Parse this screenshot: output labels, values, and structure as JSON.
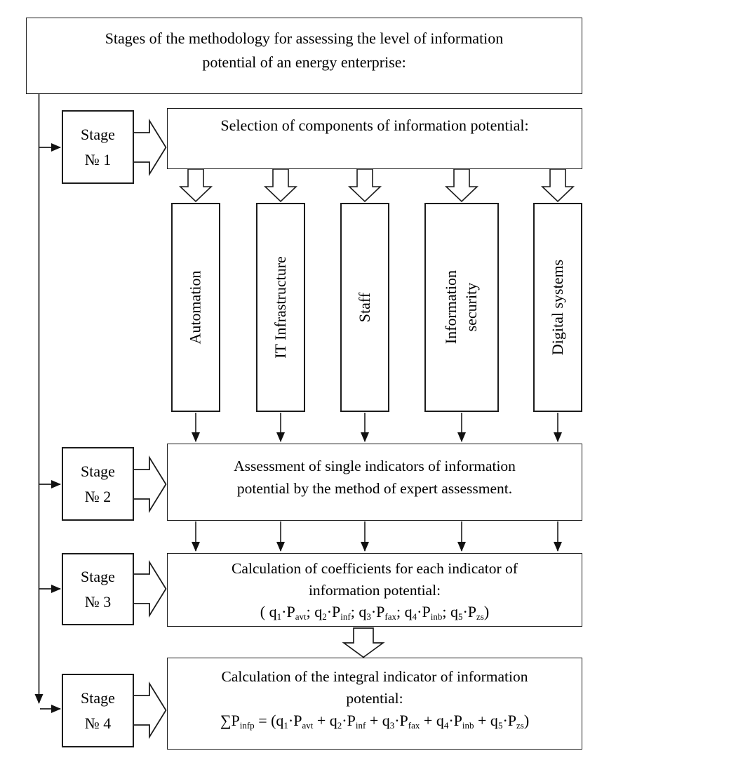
{
  "colors": {
    "ink": "#1c1c1c",
    "background": "#ffffff"
  },
  "diagram": {
    "title_box": {
      "text": "Stages of the methodology for assessing the level of information potential of an energy enterprise:"
    },
    "stages": [
      {
        "name": "Stage",
        "number": "№ 1"
      },
      {
        "name": "Stage",
        "number": "№ 2"
      },
      {
        "name": "Stage",
        "number": "№ 3"
      },
      {
        "name": "Stage",
        "number": "№ 4"
      }
    ],
    "selection_box": {
      "text": "Selection of components of information potential:"
    },
    "components": [
      "Automation",
      "IT Infrastructure",
      "Staff",
      "Information security",
      "Digital systems"
    ],
    "assessment_box": {
      "text": "Assessment of single indicators of information potential by the method of expert assessment."
    },
    "coefficients_box": {
      "heading": "Calculation of coefficients for each indicator of information potential:",
      "formula_runs": [
        {
          "t": "( q"
        },
        {
          "t": "1",
          "sub": true
        },
        {
          "t": "·P"
        },
        {
          "t": "avt",
          "sub": true
        },
        {
          "t": "; q"
        },
        {
          "t": "2",
          "sub": true
        },
        {
          "t": "·P"
        },
        {
          "t": "inf",
          "sub": true
        },
        {
          "t": "; q"
        },
        {
          "t": "3",
          "sub": true
        },
        {
          "t": "·P"
        },
        {
          "t": "fax",
          "sub": true
        },
        {
          "t": "; q"
        },
        {
          "t": "4",
          "sub": true
        },
        {
          "t": "·P"
        },
        {
          "t": "inb",
          "sub": true
        },
        {
          "t": "; q"
        },
        {
          "t": "5",
          "sub": true
        },
        {
          "t": "·P"
        },
        {
          "t": "zs",
          "sub": true
        },
        {
          "t": ")"
        }
      ]
    },
    "integral_box": {
      "heading": "Calculation of the integral indicator of information potential:",
      "formula_runs": [
        {
          "t": "∑P"
        },
        {
          "t": "infp",
          "sub": true
        },
        {
          "t": " = (q"
        },
        {
          "t": "1",
          "sub": true
        },
        {
          "t": "·P"
        },
        {
          "t": "avt",
          "sub": true
        },
        {
          "t": " + q"
        },
        {
          "t": "2",
          "sub": true
        },
        {
          "t": "·P"
        },
        {
          "t": "inf",
          "sub": true
        },
        {
          "t": " + q"
        },
        {
          "t": "3",
          "sub": true
        },
        {
          "t": "·P"
        },
        {
          "t": "fax",
          "sub": true
        },
        {
          "t": " + q"
        },
        {
          "t": "4",
          "sub": true
        },
        {
          "t": "·P"
        },
        {
          "t": "inb",
          "sub": true
        },
        {
          "t": " + q"
        },
        {
          "t": "5",
          "sub": true
        },
        {
          "t": "·P"
        },
        {
          "t": "zs",
          "sub": true
        },
        {
          "t": ")"
        }
      ]
    }
  }
}
